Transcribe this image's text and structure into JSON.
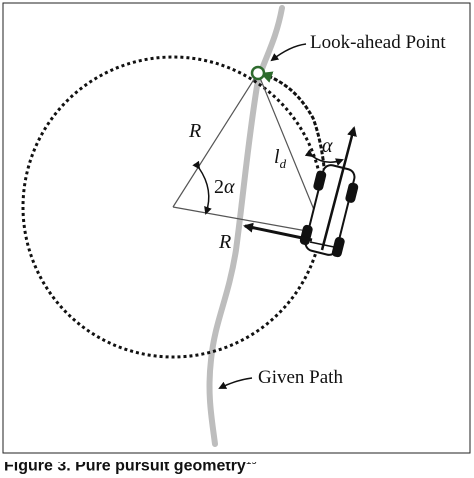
{
  "labels": {
    "look_ahead": "Look-ahead Point",
    "given_path": "Given Path",
    "radius_top": "R",
    "radius_bottom": "R",
    "angle_center_coeff": "2",
    "angle_greek": "α",
    "angle_car": "α",
    "lookahead_distance": "l",
    "lookahead_sub": "d"
  },
  "caption": {
    "text": "Figure 3. Pure pursuit geometry",
    "ref": "19"
  },
  "colors": {
    "ink": "#111111",
    "path": "#bdbdbd",
    "look_ahead_marker": "#2e6b2e"
  }
}
